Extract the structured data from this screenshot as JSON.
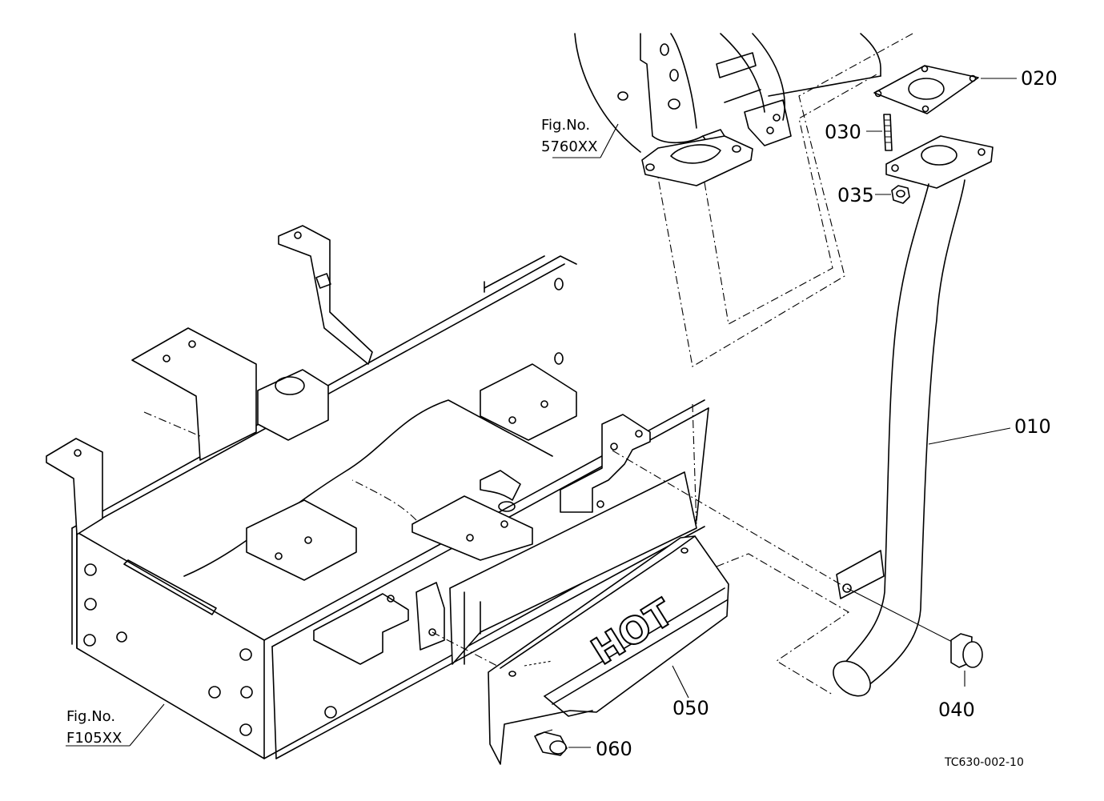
{
  "parts": [
    {
      "id": "p010",
      "number": "010"
    },
    {
      "id": "p020",
      "number": "020"
    },
    {
      "id": "p030",
      "number": "030"
    },
    {
      "id": "p035",
      "number": "035"
    },
    {
      "id": "p040",
      "number": "040"
    },
    {
      "id": "p050",
      "number": "050"
    },
    {
      "id": "p060",
      "number": "060"
    }
  ],
  "references": [
    {
      "line1": "Fig.No.",
      "line2": "5760XX"
    },
    {
      "line1": "Fig.No.",
      "line2": "F105XX"
    }
  ],
  "shield_marking": "HOT",
  "drawing_code": "TC630-002-10"
}
